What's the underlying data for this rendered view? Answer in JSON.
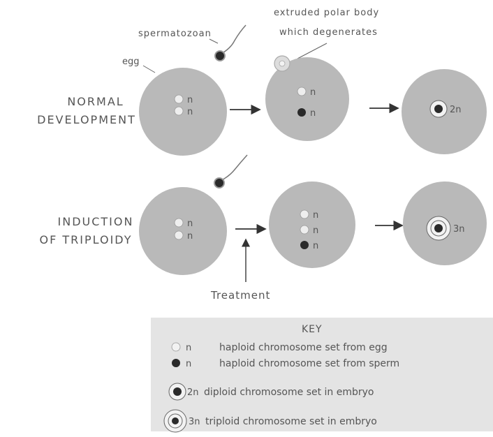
{
  "labels": {
    "egg": "egg",
    "spermatozoon": "spermatozoan",
    "polar_body_line1": "extruded polar body",
    "polar_body_line2": "which degenerates",
    "row1_line1": "NORMAL",
    "row1_line2": "DEVELOPMENT",
    "row2_line1": "INDUCTION",
    "row2_line2": "OF TRIPLOIDY",
    "treatment": "Treatment"
  },
  "cells": {
    "row1_cell1": [
      "n",
      "n"
    ],
    "row1_cell2": [
      "n",
      "n"
    ],
    "row1_cell3": "2n",
    "row2_cell1": [
      "n",
      "n"
    ],
    "row2_cell2": [
      "n",
      "n",
      "n"
    ],
    "row2_cell3": "3n"
  },
  "key": {
    "title": "KEY",
    "items": [
      {
        "symbol": "n",
        "text": "haploid chromosome set from egg"
      },
      {
        "symbol": "n",
        "text": "haploid chromosome set from sperm"
      },
      {
        "symbol": "2n",
        "text": "diploid chromosome set in embryo"
      },
      {
        "symbol": "3n",
        "text": "triploid chromosome set in embryo"
      }
    ]
  },
  "colors": {
    "cell_fill": "#b9b9b9",
    "egg_nucleus": "#eeeeee",
    "sperm_nucleus": "#2a2a2a",
    "key_background": "#e4e4e4",
    "ink": "#444444"
  }
}
